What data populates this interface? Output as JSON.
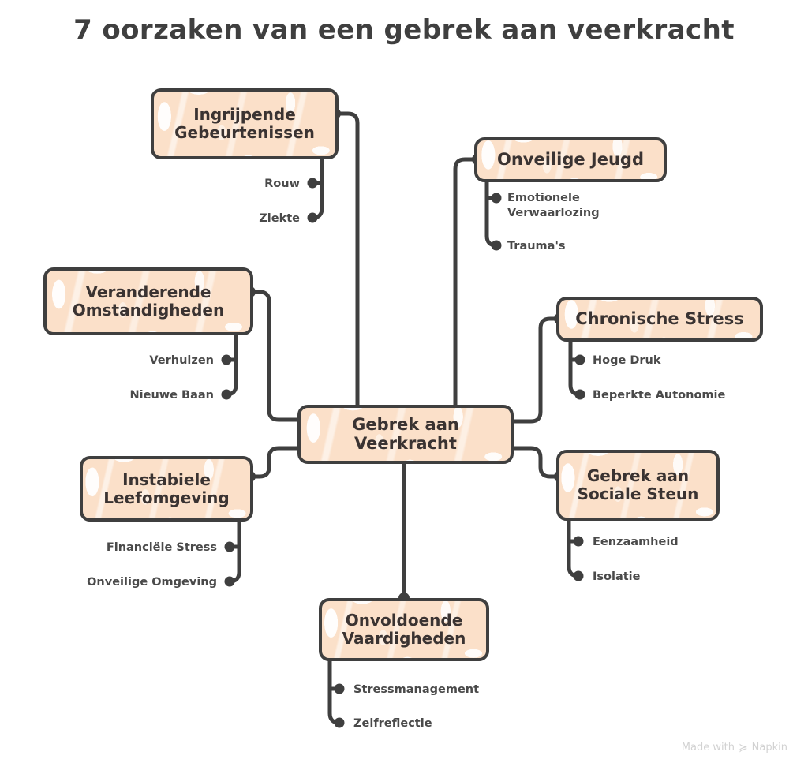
{
  "title": "7 oorzaken van een gebrek aan veerkracht",
  "colors": {
    "node_fill": "#fbe0c9",
    "node_border": "#3f3f3f",
    "connector": "#3f3f3f",
    "title_text": "#3f3f3f",
    "node_text": "#3a3332",
    "subitem_text": "#4a4a4a",
    "watermark_text": "#d2d2d2",
    "background": "#ffffff"
  },
  "center": {
    "label": "Gebrek aan Veerkracht",
    "line1": "Gebrek aan",
    "line2": "Veerkracht"
  },
  "branches": [
    {
      "id": "ingrijpende-gebeurtenissen",
      "label": "Ingrijpende Gebeurtenissen",
      "side": "left",
      "items": [
        "Rouw",
        "Ziekte"
      ]
    },
    {
      "id": "onveilige-jeugd",
      "label": "Onveilige Jeugd",
      "side": "right",
      "items": [
        "Emotionele Verwaarlozing",
        "Trauma's"
      ]
    },
    {
      "id": "veranderende-omstandigheden",
      "label": "Veranderende Omstandigheden",
      "side": "left",
      "items": [
        "Verhuizen",
        "Nieuwe Baan"
      ]
    },
    {
      "id": "chronische-stress",
      "label": "Chronische Stress",
      "side": "right",
      "items": [
        "Hoge Druk",
        "Beperkte Autonomie"
      ]
    },
    {
      "id": "instabiele-leefomgeving",
      "label": "Instabiele Leefomgeving",
      "side": "left",
      "items": [
        "Financiële Stress",
        "Onveilige Omgeving"
      ]
    },
    {
      "id": "gebrek-aan-sociale-steun",
      "label": "Gebrek aan Sociale Steun",
      "side": "right",
      "items": [
        "Eenzaamheid",
        "Isolatie"
      ]
    },
    {
      "id": "onvoldoende-vaardigheden",
      "label": "Onvoldoende Vaardigheden",
      "side": "bottom",
      "items": [
        "Stressmanagement",
        "Zelfreflectie"
      ]
    }
  ],
  "nodes": {
    "ingrijpende_gebeurtenissen": {
      "line1": "Ingrijpende",
      "line2": "Gebeurtenissen"
    },
    "onveilige_jeugd": {
      "line1": "Onveilige Jeugd",
      "line2": ""
    },
    "veranderende_omstandigheden": {
      "line1": "Veranderende",
      "line2": "Omstandigheden"
    },
    "chronische_stress": {
      "line1": "Chronische Stress",
      "line2": ""
    },
    "instabiele_leefomgeving": {
      "line1": "Instabiele",
      "line2": "Leefomgeving"
    },
    "gebrek_aan_sociale_steun": {
      "line1": "Gebrek aan",
      "line2": "Sociale Steun"
    },
    "onvoldoende_vaardigheden": {
      "line1": "Onvoldoende",
      "line2": "Vaardigheden"
    }
  },
  "subitems": {
    "ig_1": "Rouw",
    "ig_2": "Ziekte",
    "oj_1a": "Emotionele",
    "oj_1b": "Verwaarlozing",
    "oj_2": "Trauma's",
    "vo_1": "Verhuizen",
    "vo_2": "Nieuwe Baan",
    "cs_1": "Hoge Druk",
    "cs_2": "Beperkte Autonomie",
    "il_1": "Financiële Stress",
    "il_2": "Onveilige Omgeving",
    "gs_1": "Eenzaamheid",
    "gs_2": "Isolatie",
    "ov_1": "Stressmanagement",
    "ov_2": "Zelfreflectie"
  },
  "watermark": {
    "text": "Made with",
    "brand": "Napkin",
    "logo": "≽"
  }
}
